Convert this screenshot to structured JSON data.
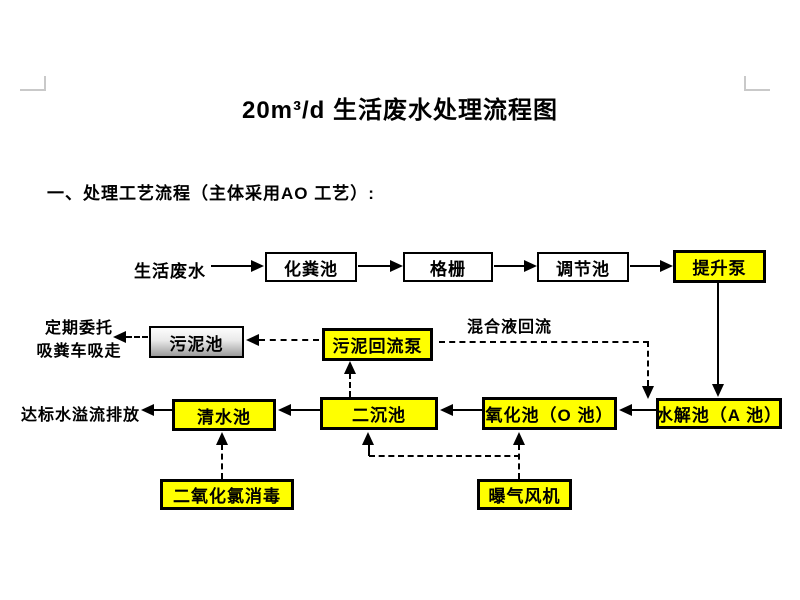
{
  "document": {
    "title": "20m³/d 生活废水处理流程图",
    "section_heading": "一、处理工艺流程（主体采用AO 工艺）:"
  },
  "flow": {
    "source_label": "生活废水",
    "septic_tank": "化粪池",
    "screen": "格栅",
    "regulating_tank": "调节池",
    "lift_pump": "提升泵",
    "disposal_note_line1": "定期委托",
    "disposal_note_line2": "吸粪车吸走",
    "sludge_tank": "污泥池",
    "sludge_return_pump": "污泥回流泵",
    "mixed_liquor_return_label": "混合液回流",
    "discharge_label": "达标水溢流排放",
    "clear_water_tank": "清水池",
    "secondary_clarifier": "二沉池",
    "oxidation_tank": "氧化池（O 池）",
    "hydrolysis_tank": "水解池（A 池）",
    "disinfection_unit": "二氧化氯消毒",
    "aeration_blower": "曝气风机"
  },
  "edges": [
    {
      "from": "生活废水",
      "to": "化粪池",
      "style": "solid"
    },
    {
      "from": "化粪池",
      "to": "格栅",
      "style": "solid"
    },
    {
      "from": "格栅",
      "to": "调节池",
      "style": "solid"
    },
    {
      "from": "调节池",
      "to": "提升泵",
      "style": "solid"
    },
    {
      "from": "提升泵",
      "to": "水解池（A 池）",
      "style": "solid"
    },
    {
      "from": "水解池（A 池）",
      "to": "氧化池（O 池）",
      "style": "solid"
    },
    {
      "from": "氧化池（O 池）",
      "to": "二沉池",
      "style": "solid"
    },
    {
      "from": "二沉池",
      "to": "清水池",
      "style": "solid"
    },
    {
      "from": "清水池",
      "to": "达标水溢流排放",
      "style": "solid"
    },
    {
      "from": "二沉池",
      "to": "污泥回流泵",
      "style": "dashed"
    },
    {
      "from": "污泥回流泵",
      "to": "污泥池",
      "style": "dashed"
    },
    {
      "from": "污泥池",
      "to": "定期委托吸粪车吸走",
      "style": "dashed"
    },
    {
      "from": "污泥回流泵",
      "to": "水解池（A 池）",
      "style": "dashed",
      "label": "混合液回流"
    },
    {
      "from": "二氧化氯消毒",
      "to": "清水池",
      "style": "dashed"
    },
    {
      "from": "曝气风机",
      "to": "氧化池（O 池）",
      "style": "dashed"
    },
    {
      "from": "曝气风机",
      "to": "二沉池",
      "style": "dashed"
    }
  ],
  "colors": {
    "node_highlight": "#ffff00",
    "node_plain": "#ffffff",
    "sludge_gradient_top": "#fdfdfd",
    "sludge_gradient_bottom": "#9c9c9c",
    "line": "#000000",
    "margin_mark": "#c9c9c9"
  }
}
